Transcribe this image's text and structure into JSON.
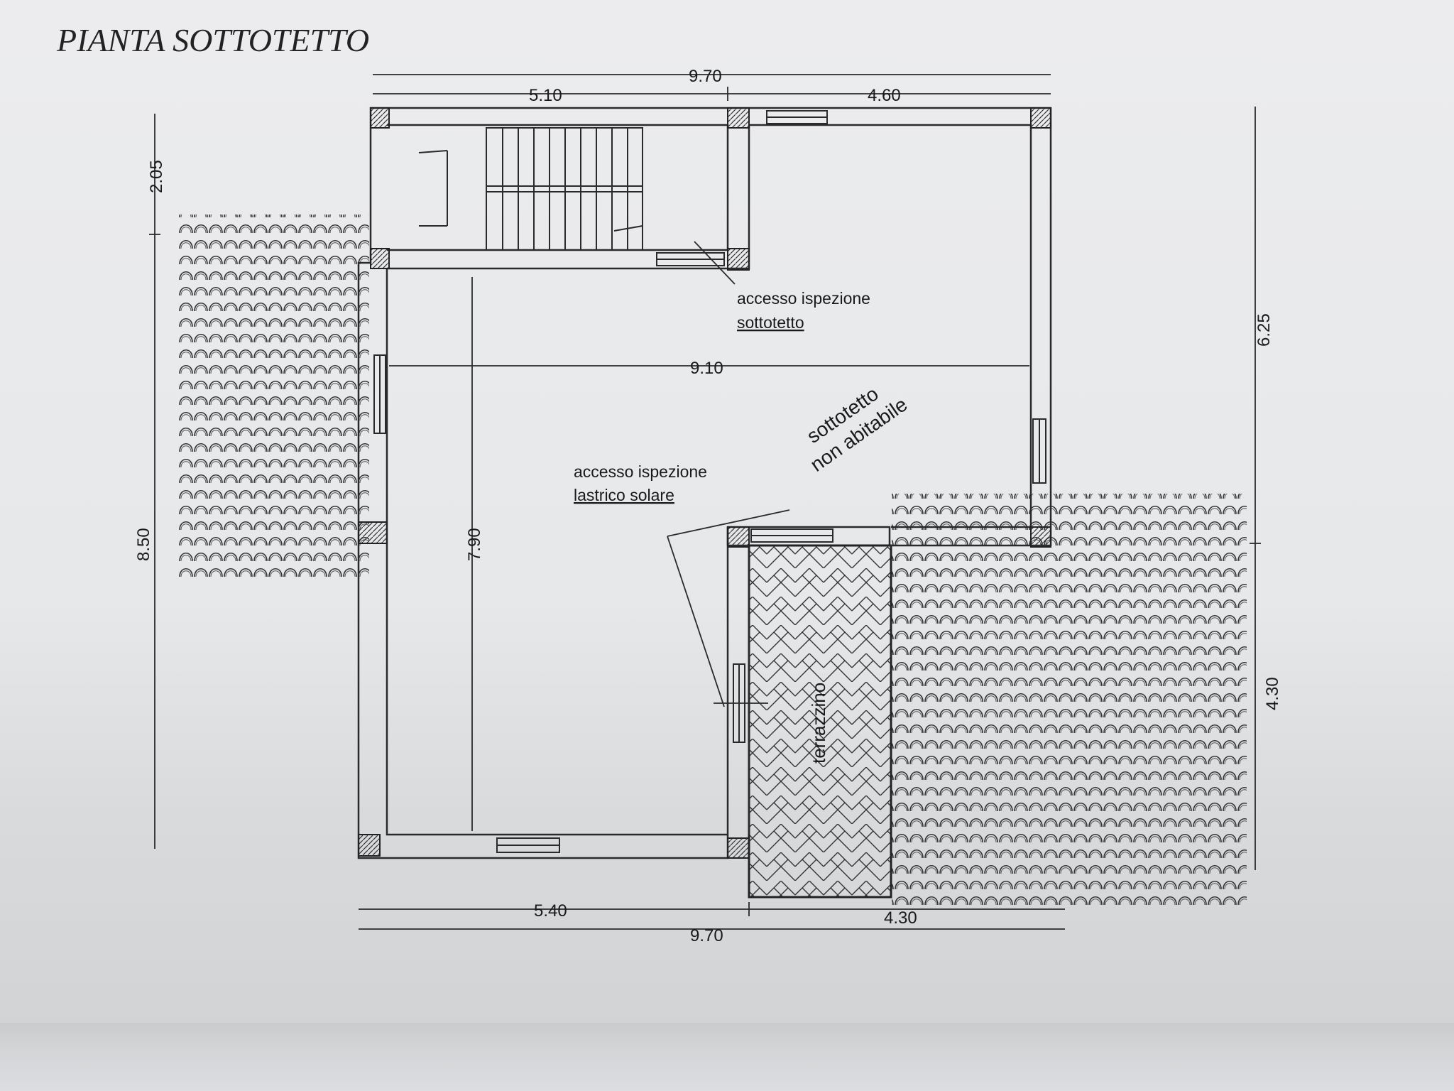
{
  "title": "PIANTA SOTTOTETTO",
  "dimensions": {
    "top_total": "9.70",
    "top_left": "5.10",
    "top_right": "4.60",
    "interior_width": "9.10",
    "interior_height": "7.90",
    "left_upper": "2.05",
    "left_lower": "8.50",
    "right_upper": "6.25",
    "right_lower": "4.30",
    "bottom_left": "5.40",
    "bottom_right": "4.30",
    "bottom_total": "9.70"
  },
  "labels": {
    "access_attic_line1": "accesso ispezione",
    "access_attic_line2": "sottotetto",
    "access_roof_line1": "accesso ispezione",
    "access_roof_line2": "lastrico solare",
    "attic_line1": "sottotetto",
    "attic_line2": "non abitabile",
    "terrace": "terrazzino"
  },
  "colors": {
    "ink": "#2a2a2a",
    "paper": "#e9ebec"
  }
}
